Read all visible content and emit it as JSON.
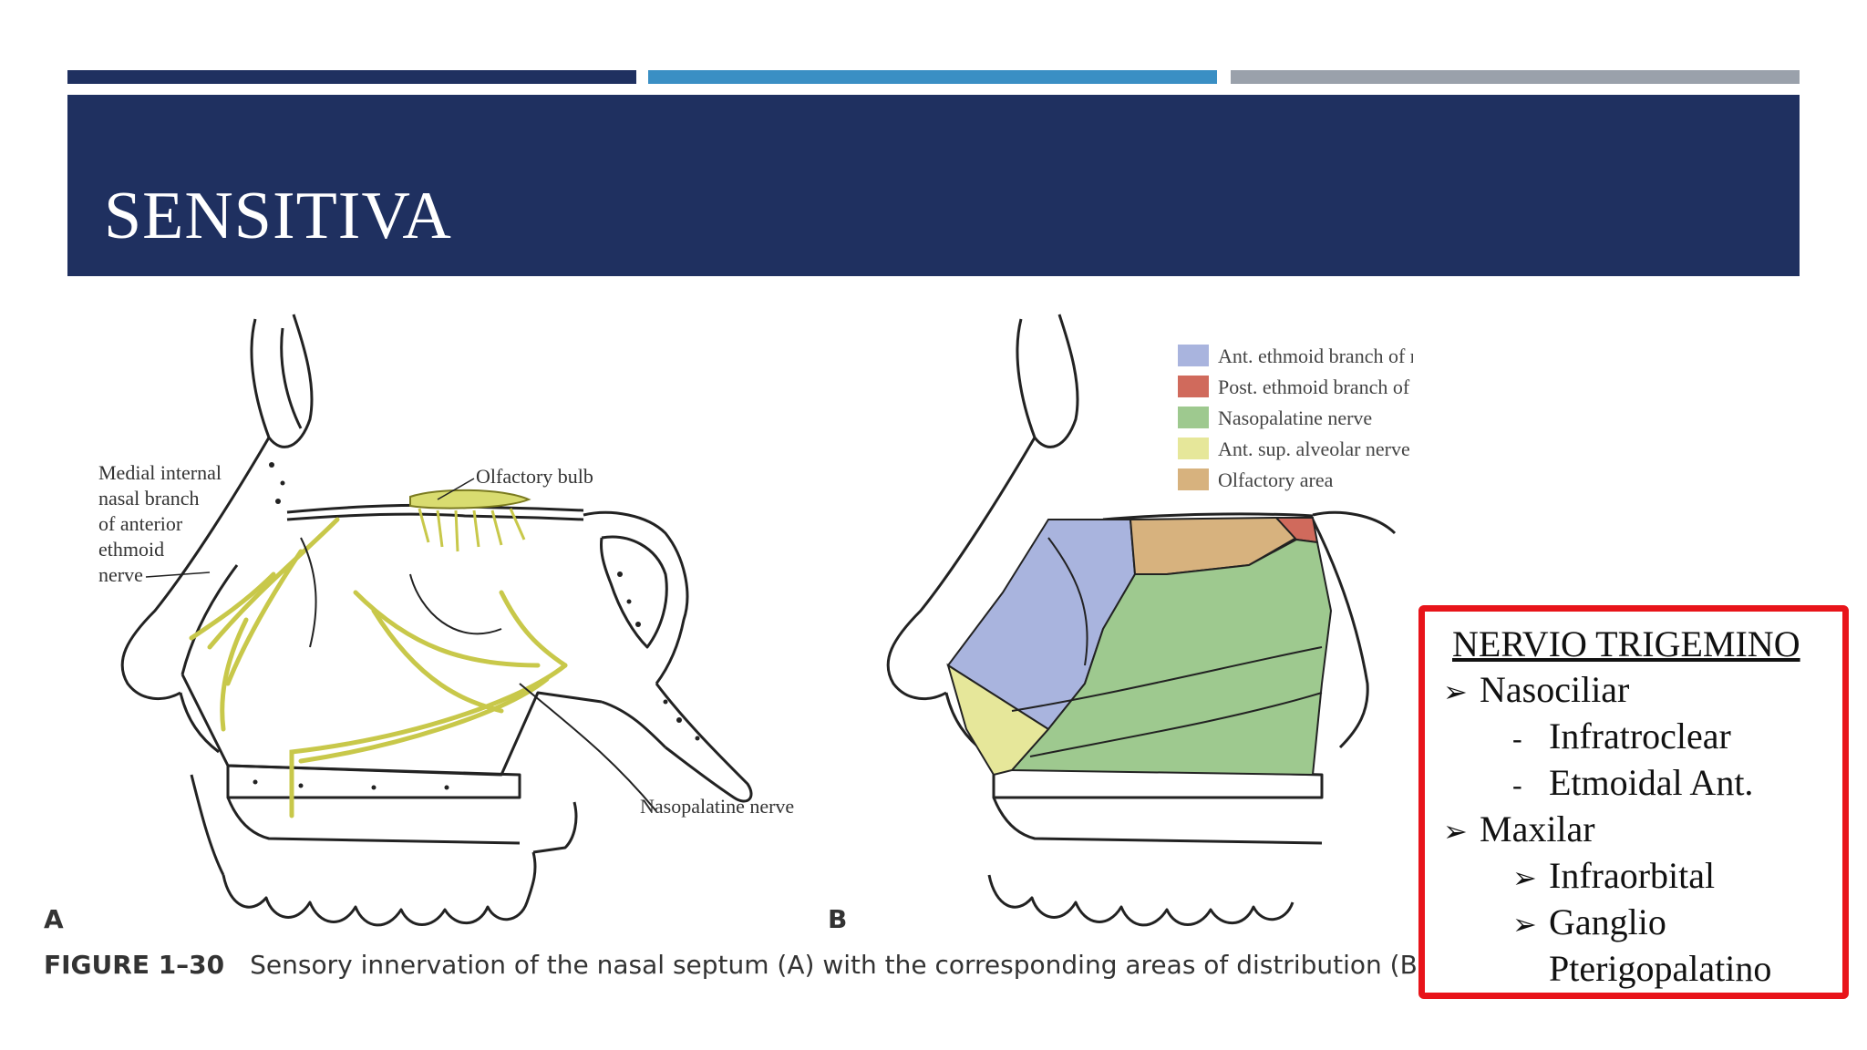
{
  "slide": {
    "title": "SENSITIVA",
    "accent_colors": {
      "bar_dark": "#1f3060",
      "bar_blue": "#3a8fc4",
      "bar_gray": "#9aa1ab",
      "box_border": "#e8141a"
    }
  },
  "figure": {
    "panel_a_letter": "A",
    "panel_b_letter": "B",
    "labels_a": {
      "medial_line1": "Medial internal",
      "medial_line2": "nasal branch",
      "medial_line3": "of anterior",
      "medial_line4": "ethmoid",
      "medial_line5": "nerve",
      "olfactory_bulb": "Olfactory bulb",
      "nasopalatine": "Nasopalatine nerve"
    },
    "legend": [
      {
        "label": "Ant. ethmoid branch of nasociliary nerve",
        "color": "#a9b4de"
      },
      {
        "label": "Post. ethmoid branch of nasociliary nerve",
        "color": "#d06a5c"
      },
      {
        "label": "Nasopalatine nerve",
        "color": "#9ec98f"
      },
      {
        "label": "Ant. sup. alveolar nerve",
        "color": "#e6e79a"
      },
      {
        "label": "Olfactory area",
        "color": "#d7b27e"
      }
    ],
    "caption_number": "FIGURE 1–30",
    "caption_text": "Sensory innervation of the nasal septum (A) with the corresponding areas of distribution (B)."
  },
  "info_box": {
    "heading": "NERVIO TRIGEMINO",
    "items": [
      {
        "marker": "➢",
        "text": "Nasociliar"
      },
      {
        "marker": "-",
        "text": "Infratroclear"
      },
      {
        "marker": "-",
        "text": "Etmoidal Ant."
      },
      {
        "marker": "➢",
        "text": "Maxilar"
      },
      {
        "marker": "➢",
        "text": "Infraorbital"
      },
      {
        "marker": "➢",
        "text": "Ganglio"
      },
      {
        "marker": "",
        "text": "Pterigopalatino"
      }
    ]
  }
}
